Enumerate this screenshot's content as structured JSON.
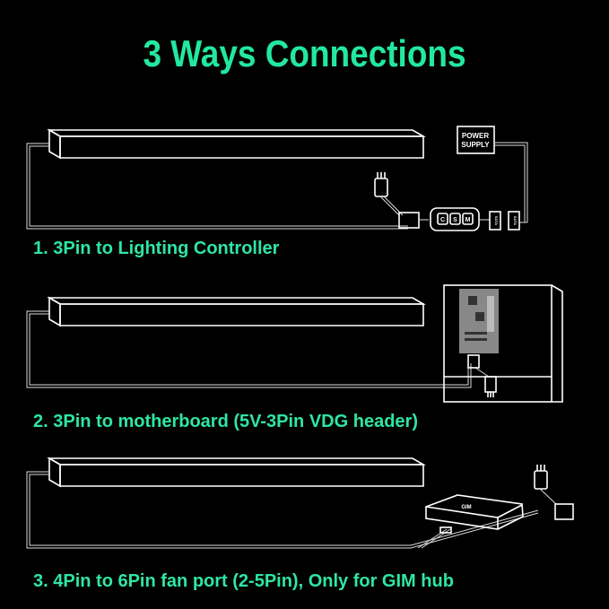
{
  "title": "3 Ways Connections",
  "methods": [
    {
      "label": "1. 3Pin to Lighting Controller",
      "device_text": "POWER SUPPLY",
      "power_supply_lines": [
        "POWER",
        "SUPPLY"
      ],
      "controller_buttons": [
        "C",
        "S",
        "M"
      ],
      "connectors": [
        "SATA",
        "SATA"
      ]
    },
    {
      "label": "2. 3Pin to motherboard (5V-3Pin VDG  header)"
    },
    {
      "label": "3. 4Pin to 6Pin fan port (2-5Pin), Only for GIM hub",
      "hub_logo": "GIM"
    }
  ],
  "colors": {
    "accent": "#22e8a0",
    "background": "#000000",
    "line": "#ffffff"
  }
}
